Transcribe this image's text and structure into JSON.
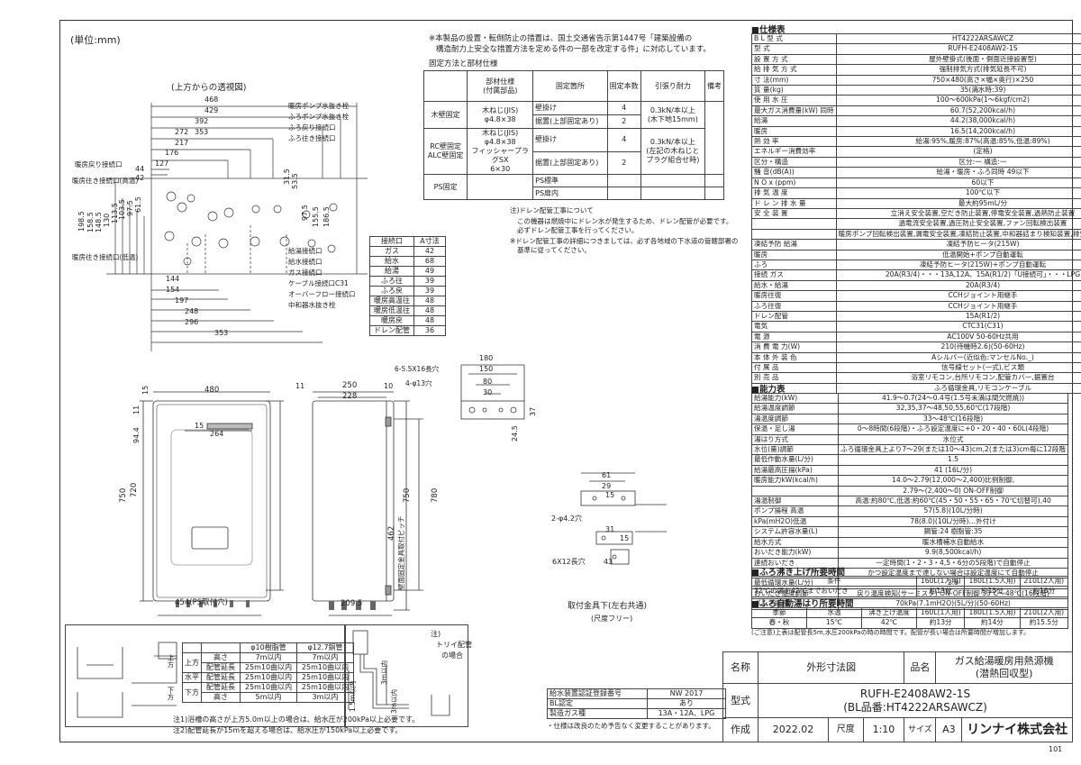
{
  "unit": "(単位:mm)",
  "top_view": {
    "title": "(上方からの透視図)",
    "dims_top": [
      "468",
      "429",
      "392",
      "353",
      "272",
      "217",
      "176",
      "127",
      "44",
      "42"
    ],
    "dims_left": [
      "198.5",
      "158.5",
      "148.5",
      "130",
      "113.5",
      "103.5",
      "97.5",
      "61.5"
    ],
    "dims_right": [
      "31.5",
      "53.5",
      "97.5",
      "155.5",
      "186.5"
    ],
    "dims_bottom": [
      "144",
      "154",
      "197",
      "248",
      "296",
      "353"
    ],
    "labels_left": [
      "暖房戻り接続口",
      "暖房往き接続口(高温)",
      "暖房往き接続口(低温)"
    ],
    "labels_right_top": [
      "暖房ポンプ水抜き栓",
      "ふろポンプ水抜き栓",
      "ふろ戻り接続口",
      "ふろ往き接続口"
    ],
    "labels_right_bottom": [
      "給湯接続口",
      "給水接続口",
      "ガス接続口",
      "ケーブル接続口C31",
      "オーバーフロー接続口",
      "中和器水抜き栓"
    ]
  },
  "a_table": {
    "headers": [
      "接続口",
      "A寸法"
    ],
    "rows": [
      [
        "ガス",
        "42"
      ],
      [
        "給水",
        "68"
      ],
      [
        "給湯",
        "49"
      ],
      [
        "ふろ往",
        "39"
      ],
      [
        "ふろ戻",
        "39"
      ],
      [
        "暖房高温往",
        "48"
      ],
      [
        "暖房低温往",
        "48"
      ],
      [
        "暖房戻",
        "48"
      ],
      [
        "ドレン配管",
        "36"
      ]
    ]
  },
  "fix_notes": [
    "※本製品の設置・転倒防止の措置は、国土交通省告示第1447号「建築設備の",
    "構造耐力上安全な措置方法を定める件の一部を改定する件」に対応しています。"
  ],
  "fix_title": "固定方法と部材仕様",
  "fix_table": {
    "headers": [
      "",
      "部材仕様\n(付属部品)",
      "固定箇所",
      "固定本数",
      "引張り耐力",
      "備考"
    ],
    "rows": [
      [
        "木壁固定",
        "木ねじ(JIS)\nφ4.8×38",
        "壁掛け",
        "4",
        "0.3kN/本以上\n(木下地15mm)",
        ""
      ],
      [
        "",
        "",
        "据置(上部固定あり)",
        "2",
        "",
        ""
      ],
      [
        "RC壁固定\nALC壁固定",
        "木ねじ(JIS)\nφ4.8×38\nフィッシャープラグSX\n6×30",
        "壁掛け",
        "4",
        "0.3kN/本以上\n(左記の木ねじと\nプラグ組合せ時)",
        ""
      ],
      [
        "",
        "",
        "据置(上部固定あり)",
        "2",
        "",
        ""
      ],
      [
        "PS固定",
        "",
        "PS標準",
        "",
        "",
        ""
      ],
      [
        "",
        "",
        "PS扉内",
        "",
        "",
        ""
      ]
    ]
  },
  "drain_notes": [
    "注)ドレン配管工事について",
    "この機器は燃焼中にドレン水が発生するため、ドレン配管が必要です。",
    "必ずドレン配管工事を行ってください。",
    "※ドレン配管工事の詳細につきましては、必ず各地域の下水道の管轄部署の",
    "基準に従ってください。"
  ],
  "front_view": {
    "dims": [
      "480",
      "15",
      "11",
      "94.4",
      "264",
      "15",
      "750",
      "720",
      "454(PS取付穴)"
    ]
  },
  "side_view": {
    "dims": [
      "11",
      "250",
      "10",
      "228",
      "750",
      "780",
      "462",
      "209.5",
      "壁面固定金具取付ピッチ"
    ]
  },
  "bracket_top": {
    "dims": [
      "6-5.5X16長穴",
      "4-φ13穴",
      "180",
      "150",
      "80",
      "30",
      "37",
      "24.5"
    ]
  },
  "bracket_bottom": {
    "dims": [
      "61",
      "29",
      "15",
      "2-φ4.2穴",
      "31",
      "15",
      "6X12長穴",
      "43"
    ],
    "caption": "取付金具下(左右共通)",
    "caption2": "(尺度フリー)"
  },
  "pipe_table": {
    "headers": [
      "",
      "",
      "φ10樹脂管",
      "φ12.7銅管"
    ],
    "rows": [
      [
        "上方",
        "高さ",
        "7m以内",
        "7m以内"
      ],
      [
        "",
        "配管延長",
        "25m10曲以内",
        "25m10曲以内"
      ],
      [
        "水平",
        "配管延長",
        "25m10曲以内",
        "25m10曲以内"
      ],
      [
        "下方",
        "配管延長",
        "25m10曲以内",
        "25m10曲以内"
      ],
      [
        "",
        "高さ",
        "5m以内",
        "3m以内"
      ]
    ],
    "side_top": "上方",
    "side_bottom": "下方"
  },
  "pipe_notes": [
    "注1)浴槽の高さが上方5.0m以上の場合は、給水圧が200kPa以上必要です。",
    "注2)配管延長が15mを超える場合は、給水圧が150kPa以上必要です。"
  ],
  "trap_note": [
    "注)",
    "トリイ配管",
    "の場合"
  ],
  "trap_dims": [
    "3m以内",
    "1.5m以内",
    "3m以内"
  ],
  "cert_table": {
    "rows": [
      [
        "給水装置認証登録番号",
        "NW 2017"
      ],
      [
        "BL認定",
        "あり"
      ],
      [
        "製造ガス種",
        "13A・12A、LPG"
      ]
    ]
  },
  "cert_note": "・仕様は改良のため予告なく変更することがあります。",
  "spec": {
    "title": "■仕様表",
    "rows": [
      [
        "B L 型 式",
        "HT4222ARSAWCZ"
      ],
      [
        "型 式",
        "RUFH-E2408AW2-1S"
      ],
      [
        "設 置 方 式",
        "屋外壁掛式(後面・側面近接設置型)"
      ],
      [
        "給 排 気 方 式",
        "強制排気方式(排気延長不可)"
      ],
      [
        "寸 法(mm)",
        "750×480(高さ×幅×奥行)×250"
      ],
      [
        "質 量(kg)",
        "35(満水時:39)"
      ],
      [
        "使 用 水 圧",
        "100〜600kPa(1〜6kgf/cm2)"
      ],
      [
        "最大ガス消費量(kW) 同時",
        "60.7(52,200kcal/h)"
      ],
      [
        "給湯",
        "44.2(38,000kcal/h)"
      ],
      [
        "暖房",
        "16.5(14,200kcal/h)"
      ],
      [
        "熱 効 率",
        "給湯:95%,暖房:87%(高温:85%,低温:89%)"
      ],
      [
        "エネルギー消費効率",
        "(定格)"
      ],
      [
        "区分・構造",
        "区分:一 構造:一"
      ],
      [
        "騒 音(dB(A))",
        "給湯・暖房・ふろ同時 49以下"
      ],
      [
        "N O x (ppm)",
        "60以下"
      ],
      [
        "排 気 温 度",
        "100℃以下"
      ],
      [
        "ド レ ン 排 水 量",
        "最大約95mL/分"
      ],
      [
        "安 全 装 置",
        "立消え安全装置,空だき防止装置,停電安全装置,過熱防止装置"
      ],
      [
        "",
        "過電流安全装置,過圧防止安全装置,ファン回転検出装置"
      ],
      [
        "",
        "暖房ポンプ回転検出装置,漏電安全装置,凍結防止装置,中和器詰まり検知装置,排気温度検知装置"
      ],
      [
        "凍結予防 給湯",
        "凍結予防ヒータ(215W)"
      ],
      [
        "暖房",
        "低温開始+ポンプ自動運転"
      ],
      [
        "ふろ",
        "凍結予防ヒータ(215W)+ポンプ自動運転"
      ],
      [
        "接続 ガス",
        "20A(R3/4)・・・13A,12A、15A(R1/2)「U接続可」・・・LPG"
      ],
      [
        "給水・給湯",
        "20A(R3/4)"
      ],
      [
        "暖房往復",
        "CCHジョイント用継手"
      ],
      [
        "ふろ往復",
        "CCHジョイント用継手"
      ],
      [
        "ドレン配管",
        "15A(R1/2)"
      ],
      [
        "電気",
        "CTC31(C31)"
      ],
      [
        "電 源",
        "AC100V 50-60Hz共用"
      ],
      [
        "消 費 電 力(W)",
        "210(待機時2.6)(50-60Hz)"
      ],
      [
        "本 体 外 装 色",
        "Aシルバー(近似色:マンセルNo._)"
      ],
      [
        "付 属 品",
        "信号線セット(一式),ビス類"
      ],
      [
        "別 売 品",
        "浴室リモコン,台所リモコン,配管カバー,据置台"
      ],
      [
        "",
        "ふろ循環金具,リモコンケーブル"
      ]
    ]
  },
  "perf": {
    "title": "■能力表",
    "rows": [
      [
        "給湯能力(kW)",
        "41.9〜0.7(24〜0.4号(1.5号未満は間欠燃焼))"
      ],
      [
        "給湯温度調節",
        "32,35,37〜48,50,55,60℃(17段階)"
      ],
      [
        "湯温度調節",
        "33〜48℃(16段階)"
      ],
      [
        "保温・足し湯",
        "0〜8時間(6段階)・ふろ設定温度に+0・20・40・60L(4段階)"
      ],
      [
        "湯はり方式",
        "水位式"
      ],
      [
        "水位(量)調節",
        "ふろ循環金具上より7〜29(または10〜43)cm,2(または3)cm毎に12段階"
      ],
      [
        "最低作動水量(L/分)",
        "1.5"
      ],
      [
        "給湯最高圧揚(kPa)",
        "41 (16L/分)"
      ],
      [
        "暖房能力kW(kcal/h)",
        "14.0〜2.79(12,000〜2,400)比例制御,"
      ],
      [
        "",
        "2.79〜(2,400〜0) ON-OFF制御"
      ],
      [
        "湯温制御",
        "高温:約80℃,低温:約60℃(45・50・55・65・70℃切替可),40"
      ],
      [
        "ポンプ揚程 高温",
        "57(5.8)(10L/分時)"
      ],
      [
        "kPa(mH2O)低温",
        "78(8.0)(10L/分時)…外付け"
      ],
      [
        "システム許容水量(L)",
        "鋼管:24 樹脂管:35"
      ],
      [
        "給水方式",
        "暖水槽補水自動給水"
      ],
      [
        "おいだき能力(kW)",
        "9.9(8,500kcal/h)"
      ],
      [
        "連続おいだき",
        "一定時間(1・2・3・4,5・6分の5段階)で自動停止"
      ],
      [
        "",
        "かつ設定温度まで達しない場合は設定温度にて自動停止"
      ],
      [
        "最低循環水量(L/分)",
        "2.9"
      ],
      [
        "おいだき温度調節",
        "戻り温度検知(サーミスタ) ON-OFF制御 33℃〜48℃(16段階)"
      ],
      [
        "ポンプ揚程",
        "70kPa(7.1mH2O)(5L/分)(50-60Hz)"
      ]
    ]
  },
  "fill1": {
    "title": "■ふろ沸き上げ所要時間",
    "headers": [
      "条件",
      "160L(1人用)",
      "180L(1.5人用)",
      "210L(2人用)"
    ],
    "row": [
      "32℃の湯を42℃までおいだき",
      "約13分",
      "約15分",
      "約16分"
    ]
  },
  "fill2": {
    "title": "■ふろ自動湯はり所要時間",
    "headers": [
      "季節",
      "水温",
      "沸き上げ温度",
      "160L(1人用)",
      "180L(1.5人用)",
      "210L(2人用)"
    ],
    "row": [
      "春・秋",
      "15℃",
      "42℃",
      "約13分",
      "約14分",
      "約15.5分"
    ],
    "note": "(ご注意)上表は配管長5m,水圧200kPaの時の時間です。配管が長い場合は所要時間が増加します。"
  },
  "title_block": {
    "name_label": "名称",
    "name_value": "外形寸法図",
    "product_label": "品名",
    "product_value1": "ガス給湯暖房用熱源機",
    "product_value2": "(潜熱回収型)",
    "model_label": "型式",
    "model_value1": "RUFH-E2408AW2-1S",
    "model_value2": "(BL品番:HT4222ARSAWCZ)",
    "made_label": "作成",
    "date": "2022.02",
    "scale_label": "尺度",
    "scale": "1:10",
    "size_label": "サイズ",
    "size": "A3",
    "company": "リンナイ株式会社",
    "page_no": "101"
  }
}
